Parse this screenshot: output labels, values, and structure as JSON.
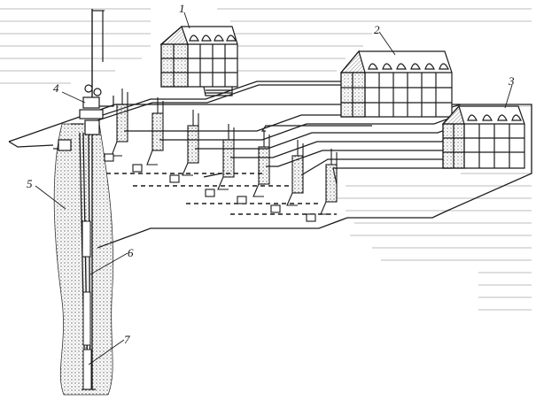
{
  "figure": {
    "labels": {
      "l1": "1",
      "l2": "2",
      "l3": "3",
      "l4": "4",
      "l5": "5",
      "l6": "6",
      "l7": "7"
    },
    "colors": {
      "ink": "#1a1a1a",
      "hatch": "#6a6a6a",
      "paper": "#ffffff",
      "bleed": "#cfcfcf"
    }
  }
}
